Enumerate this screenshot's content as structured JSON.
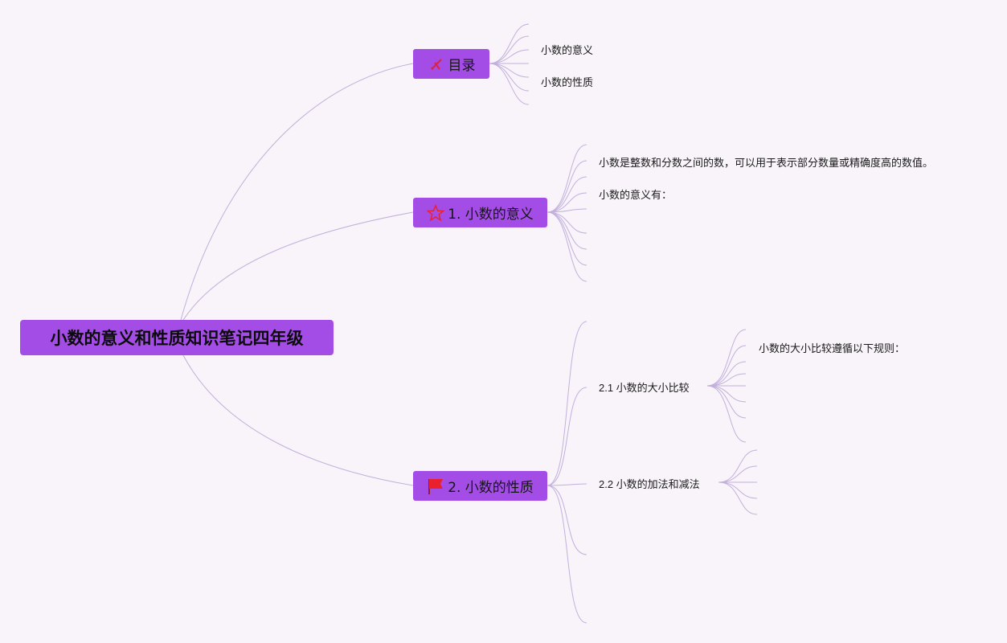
{
  "root": {
    "title": "小数的意义和性质知识笔记四年级"
  },
  "topics": {
    "toc": {
      "label": "目录",
      "icon": "pencil-ruler-icon",
      "children": [
        "小数的意义",
        "小数的性质"
      ]
    },
    "meaning": {
      "label": "1. 小数的意义",
      "icon": "star-outline-icon",
      "children": [
        "小数是整数和分数之间的数，可以用于表示部分数量或精确度高的数值。",
        "小数的意义有："
      ]
    },
    "property": {
      "label": "2. 小数的性质",
      "icon": "red-flag-icon",
      "subtopics": [
        {
          "label": "2.1 小数的大小比较",
          "children": [
            "小数的大小比较遵循以下规则："
          ]
        },
        {
          "label": "2.2 小数的加法和减法",
          "children": []
        }
      ]
    }
  },
  "colors": {
    "background": "#f8f4f9",
    "node_fill": "#a34de6",
    "branch_line": "#c2b0dc",
    "icon_red": "#e8212d"
  }
}
